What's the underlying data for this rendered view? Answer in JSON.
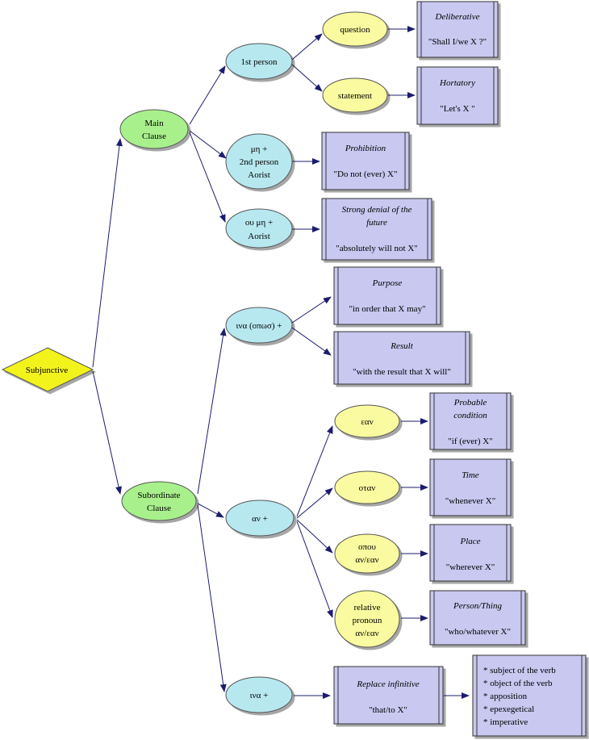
{
  "root": {
    "label": "Subjunctive"
  },
  "main": {
    "line1": "Main",
    "line2": "Clause"
  },
  "sub": {
    "line1": "Subordinate",
    "line2": "Clause"
  },
  "first_person": {
    "label": "1st person"
  },
  "question": {
    "label": "question"
  },
  "statement": {
    "label": "statement"
  },
  "deliberative": {
    "title": "Deliberative",
    "text": "\"Shall I/we X ?\""
  },
  "hortatory": {
    "title": "Hortatory",
    "text": "\"Let's X \""
  },
  "mh2nd": {
    "line1": "μη +",
    "line2": "2nd person",
    "line3": "Aorist"
  },
  "prohibition": {
    "title": "Prohibition",
    "text": "\"Do not (ever) X\""
  },
  "oumh": {
    "line1": "ου μη +",
    "line2": "Aorist"
  },
  "strong_denial": {
    "title1": "Strong denial of the",
    "title2": "future",
    "text": "\"absolutely will not X\""
  },
  "ina_opws": {
    "label": "ινα (οπωσ) +"
  },
  "purpose": {
    "title": "Purpose",
    "text": "\"in order that X may\""
  },
  "result": {
    "title": "Result",
    "text": "\"with the result that X will\""
  },
  "an": {
    "label": "αν +"
  },
  "ean": {
    "label": "εαν"
  },
  "probable": {
    "title1": "Probable",
    "title2": "condition",
    "text": "\"if (ever) X\""
  },
  "otan": {
    "label": "οταν"
  },
  "time": {
    "title": "Time",
    "text": "\"whenever X\""
  },
  "opou": {
    "line1": "οπου",
    "line2": "αν/εαν"
  },
  "place": {
    "title": "Place",
    "text": "\"wherever X\""
  },
  "relative": {
    "line1": "relative",
    "line2": "pronoun",
    "line3": "αν/εαν"
  },
  "person_thing": {
    "title": "Person/Thing",
    "text": "\"who/whatever X\""
  },
  "ina": {
    "label": "ινα +"
  },
  "replace_inf": {
    "title": "Replace infinitive",
    "text": "\"that/to X\""
  },
  "uses": {
    "items": [
      "* subject of the verb",
      "* object of the verb",
      "* apposition",
      "* epexegetical",
      "* imperative"
    ]
  },
  "colors": {
    "root": "#f3f31c",
    "clause": "#a8f08c",
    "blue": "#b7e8f0",
    "yellow": "#fafaa0",
    "box": "#c8c8f0",
    "line": "#1c1c6e"
  }
}
